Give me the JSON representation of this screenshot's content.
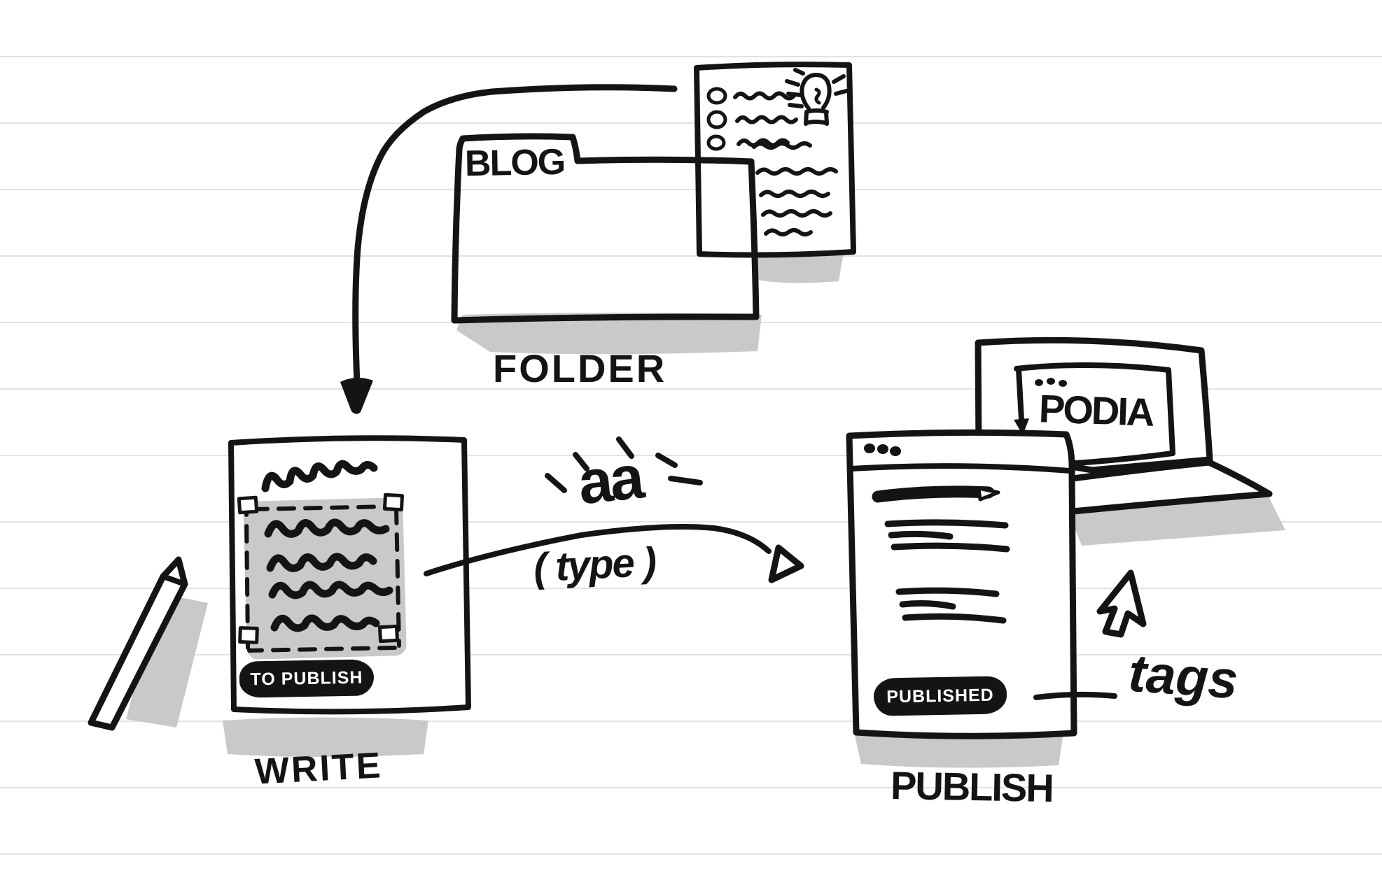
{
  "canvas": {
    "background": "#ffffff",
    "ink": "#141414",
    "shadow": "#c9c9c9",
    "ruled_line": "#e3e3e3",
    "badge_text_color": "#ffffff"
  },
  "folder": {
    "tab_label": "BLOG",
    "caption": "FOLDER"
  },
  "note_card": {
    "icon": "lightbulb-icon"
  },
  "write_doc": {
    "caption": "WRITE",
    "status_badge": "TO PUBLISH"
  },
  "pencil": {
    "icon": "pencil-icon"
  },
  "type_burst": {
    "text": "aa",
    "caption": "( type )"
  },
  "publish_window": {
    "caption": "PUBLISH",
    "status_badge": "PUBLISHED",
    "tags_label": "tags"
  },
  "laptop": {
    "screen_label": "PODIA"
  },
  "cursor": {
    "icon": "cursor-icon"
  }
}
